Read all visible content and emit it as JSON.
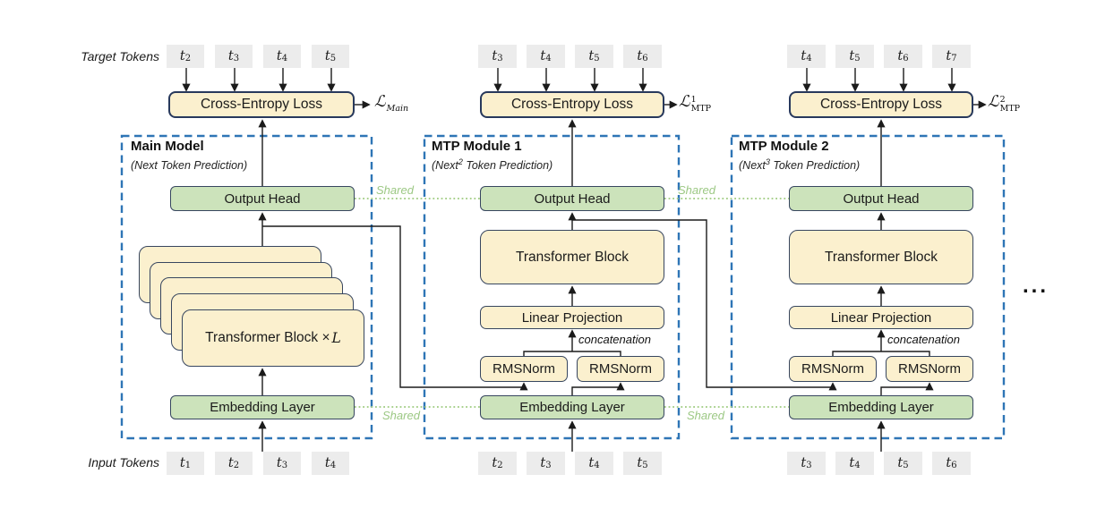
{
  "diagram": {
    "target_tokens_label": "Target Tokens",
    "input_tokens_label": "Input Tokens",
    "cross_entropy_label": "Cross-Entropy Loss",
    "output_head_label": "Output Head",
    "embedding_label": "Embedding Layer",
    "transformer_stack_pre": "Transformer Block × ",
    "transformer_stack_var": "L",
    "transformer_block_label": "Transformer Block",
    "linear_projection_label": "Linear Projection",
    "rmsnorm_label": "RMSNorm",
    "concatenation_label": "concatenation",
    "shared_label": "Shared",
    "loss_symbol": "ℒ",
    "token_base": "t",
    "ellipsis": "...",
    "colors": {
      "box_yellow": "#FBF0CE",
      "box_green": "#CCE3BB",
      "box_border": "#37465F",
      "token_gray": "#ECECEC",
      "dashed_blue": "#2E75B6",
      "shared_green": "#A9D18E",
      "line_black": "#1B1B1B"
    }
  },
  "modules": [
    {
      "title": "Main Model",
      "subtitle_pre": "(Next",
      "subtitle_sup": "",
      "subtitle_post": " Token Prediction)",
      "loss_sup": "",
      "loss_sub": "Main",
      "targets": [
        "2",
        "3",
        "4",
        "5"
      ],
      "inputs": [
        "1",
        "2",
        "3",
        "4"
      ]
    },
    {
      "title": "MTP Module 1",
      "subtitle_pre": "(Next",
      "subtitle_sup": "2",
      "subtitle_post": " Token Prediction)",
      "loss_sup": "1",
      "loss_sub": "MTP",
      "targets": [
        "3",
        "4",
        "5",
        "6"
      ],
      "inputs": [
        "2",
        "3",
        "4",
        "5"
      ]
    },
    {
      "title": "MTP Module 2",
      "subtitle_pre": "(Next",
      "subtitle_sup": "3",
      "subtitle_post": " Token Prediction)",
      "loss_sup": "2",
      "loss_sub": "MTP",
      "targets": [
        "4",
        "5",
        "6",
        "7"
      ],
      "inputs": [
        "3",
        "4",
        "5",
        "6"
      ]
    }
  ]
}
